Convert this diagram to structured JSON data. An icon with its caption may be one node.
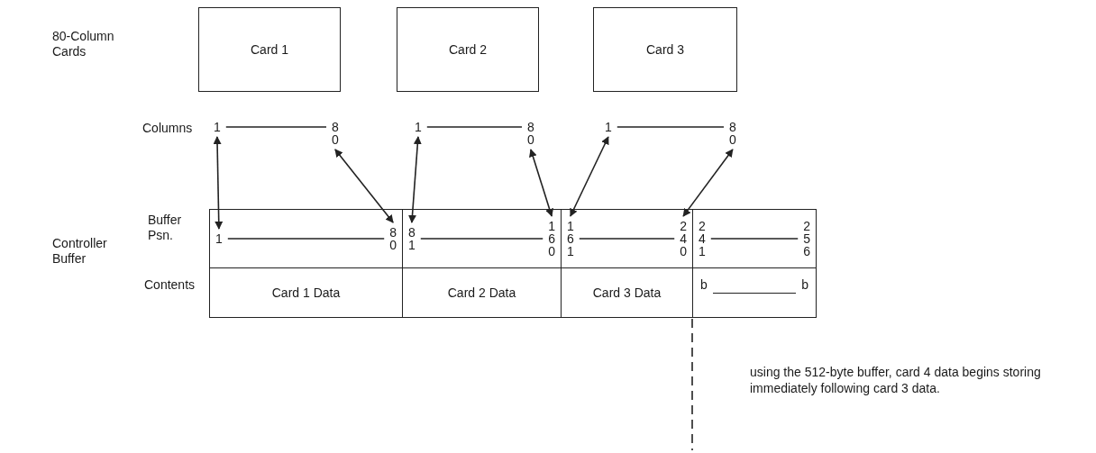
{
  "diagram": {
    "nodes": [
      {
        "text": [
          "Card 1"
        ]
      },
      {
        "text": [
          "Card 2"
        ]
      },
      {
        "text": [
          "Card 3"
        ]
      },
      {
        "text": [
          "1"
        ]
      },
      {
        "text": [
          "80"
        ]
      },
      {
        "text": [
          "1"
        ]
      },
      {
        "text": [
          "80"
        ]
      },
      {
        "text": [
          "1"
        ]
      },
      {
        "text": [
          "80"
        ]
      },
      {
        "text": [],
        "shape": "box"
      },
      {
        "text": [
          "1"
        ],
        "in": 9
      },
      {
        "text": [
          "80"
        ],
        "in": 9
      },
      {
        "text": [],
        "shape": "box"
      },
      {
        "text": [
          "81"
        ],
        "in": 12
      },
      {
        "text": [
          "160"
        ],
        "in": 12
      },
      {
        "text": [],
        "shape": "box"
      },
      {
        "text": [
          "161"
        ],
        "in": 15
      },
      {
        "text": [
          "240"
        ],
        "in": 15
      },
      {
        "text": [],
        "shape": "box"
      },
      {
        "text": [
          "241"
        ],
        "in": 18
      },
      {
        "text": [
          "256"
        ],
        "in": 18
      },
      {
        "text": [
          "Card 1 Data"
        ]
      },
      {
        "text": [
          "Card 2 Data"
        ]
      },
      {
        "text": [
          "Card 3 Data"
        ]
      },
      {
        "text": [
          "b",
          "b"
        ]
      },
      {
        "text": [
          "using the 512-byte buffer, card 4 data begins storing immediately following card 3 data."
        ]
      }
    ],
    "edges": [
      {
        "from": 3,
        "to": 10,
        "arrow": "both"
      },
      {
        "from": 4,
        "to": 11,
        "arrow": "both"
      },
      {
        "from": 5,
        "to": 13,
        "arrow": "both"
      },
      {
        "from": 6,
        "to": 14,
        "arrow": "both"
      },
      {
        "from": 7,
        "to": 16,
        "arrow": "both"
      },
      {
        "from": 8,
        "to": 17,
        "arrow": "both"
      },
      {
        "from": 3,
        "to": 4,
        "arrow": "none"
      },
      {
        "from": 5,
        "to": 6,
        "arrow": "none"
      },
      {
        "from": 7,
        "to": 8,
        "arrow": "none"
      },
      {
        "from": 10,
        "to": 11,
        "arrow": "none"
      },
      {
        "from": 13,
        "to": 14,
        "arrow": "none"
      },
      {
        "from": 16,
        "to": 17,
        "arrow": "none"
      },
      {
        "from": 19,
        "to": 20,
        "arrow": "none"
      }
    ],
    "labels": [
      "80-Column Cards",
      "Columns",
      "Buffer Psn.",
      "Controller Buffer",
      "Contents"
    ]
  }
}
